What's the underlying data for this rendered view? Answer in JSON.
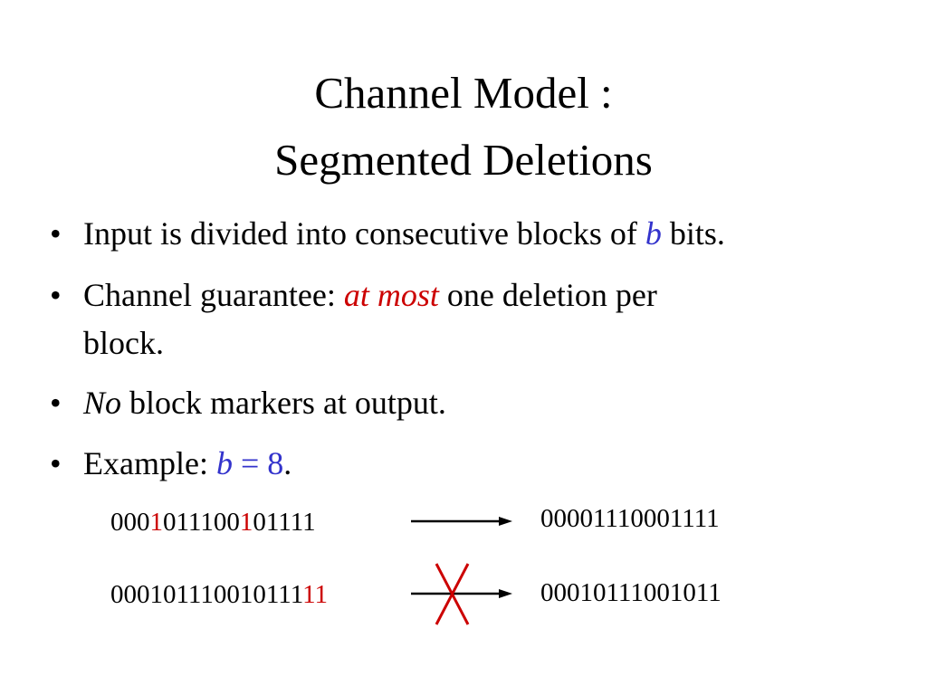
{
  "title": {
    "line1": "Channel Model :",
    "line2": "Segmented Deletions"
  },
  "bullets": [
    {
      "dot": "•",
      "segments": [
        {
          "text": "Input is divided into consecutive blocks of ",
          "style": "plain"
        },
        {
          "text": "b",
          "style": "blue-italic"
        },
        {
          "text": " bits.",
          "style": "plain"
        }
      ]
    },
    {
      "dot": "•",
      "segments": [
        {
          "text": "Channel guarantee:  ",
          "style": "plain"
        },
        {
          "text": "at most",
          "style": "red-italic"
        },
        {
          "text": " one deletion per",
          "style": "plain"
        }
      ],
      "continuation": "block."
    },
    {
      "dot": "•",
      "segments": [
        {
          "text": "No",
          "style": "italic"
        },
        {
          "text": " block markers at output.",
          "style": "plain"
        }
      ]
    },
    {
      "dot": "•",
      "segments": [
        {
          "text": "Example:  ",
          "style": "plain"
        },
        {
          "text": "b",
          "style": "blue-italic"
        },
        {
          "text": " = 8",
          "style": "blue"
        },
        {
          "text": ".",
          "style": "plain"
        }
      ]
    }
  ],
  "examples": {
    "row1": {
      "input_parts": [
        {
          "text": "000",
          "color": "black"
        },
        {
          "text": "1",
          "color": "red"
        },
        {
          "text": "011100",
          "color": "black"
        },
        {
          "text": "1",
          "color": "red"
        },
        {
          "text": "01111",
          "color": "black"
        }
      ],
      "output": "00001110001111",
      "valid": true
    },
    "row2": {
      "input_parts": [
        {
          "text": "000101110010111",
          "color": "black"
        },
        {
          "text": "11",
          "color": "red"
        }
      ],
      "output": "00010111001011",
      "valid": false
    }
  },
  "colors": {
    "accent_blue": "#3333cc",
    "accent_red": "#cc0000",
    "text": "#000000",
    "background": "#ffffff"
  },
  "icons": {
    "arrow": "right-arrow-icon",
    "cross": "x-mark-icon"
  }
}
